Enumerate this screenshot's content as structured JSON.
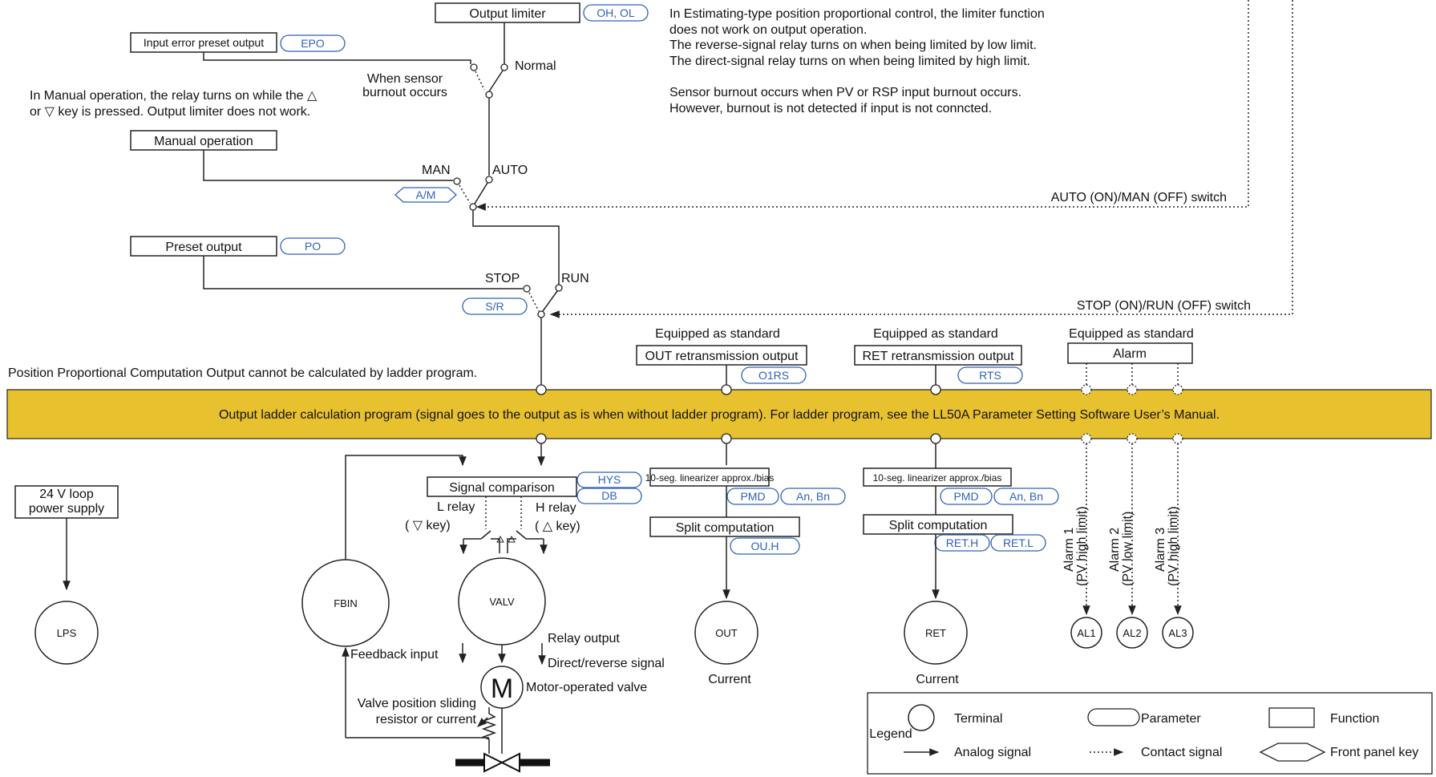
{
  "notes": {
    "line1": "In Estimating-type position proportional control, the limiter function",
    "line2": "does not work on output operation.",
    "line3": "The reverse-signal relay turns on when being limited by low limit.",
    "line4": "The direct-signal relay turns on when being limited by high limit.",
    "line5": "Sensor burnout occurs when PV or RSP input burnout occurs.",
    "line6": "However, burnout is not detected if input is not conncted.",
    "manual1": "In Manual operation, the relay turns on while the △",
    "manual2": "or ▽ key is pressed. Output limiter does not work.",
    "ladder_note": "Position Proportional Computation Output cannot be calculated by ladder program."
  },
  "functions": {
    "output_limiter": "Output limiter",
    "input_error": "Input error preset output",
    "manual_operation": "Manual operation",
    "preset_output": "Preset output",
    "out_retrans": "OUT retransmission output",
    "ret_retrans": "RET retransmission output",
    "alarm": "Alarm",
    "signal_comparison": "Signal comparison",
    "linearizer_out": "10-seg. linearizer approx./bias",
    "linearizer_ret": "10-seg. linearizer approx./bias",
    "split_out": "Split computation",
    "split_ret": "Split computation",
    "loop_power": [
      "24 V loop",
      "power supply"
    ]
  },
  "parameters": {
    "oh_ol": "OH, OL",
    "epo": "EPO",
    "po": "PO",
    "o1rs": "O1RS",
    "rts": "RTS",
    "hys": "HYS",
    "db": "DB",
    "pmd1": "PMD",
    "anbn1": "An, Bn",
    "pmd2": "PMD",
    "anbn2": "An, Bn",
    "ouh": "OU.H",
    "reth": "RET.H",
    "retl": "RET.L"
  },
  "keys": {
    "am": "A/M",
    "sr": "S/R"
  },
  "switch_labels": {
    "burnout1": "When sensor",
    "burnout2": "burnout occurs",
    "normal": "Normal",
    "man": "MAN",
    "auto": "AUTO",
    "stop": "STOP",
    "run": "RUN",
    "auto_man_switch": "AUTO (ON)/MAN (OFF) switch",
    "stop_run_switch": "STOP (ON)/RUN (OFF) switch"
  },
  "standard": [
    "Equipped as standard",
    "Equipped as standard",
    "Equipped as standard"
  ],
  "ladder_bar": "Output ladder calculation program (signal goes to the output as is when without ladder program).   For ladder program, see the LL50A Parameter Setting Software User’s Manual.",
  "relays": {
    "l_relay": "L relay",
    "l_key": "( ▽ key)",
    "h_relay": "H relay",
    "h_key": "( △ key)"
  },
  "terminals": {
    "lps": "LPS",
    "fbin": "FBIN",
    "valv": "VALV",
    "out": "OUT",
    "ret": "RET",
    "al1": "AL1",
    "al2": "AL2",
    "al3": "AL3",
    "motor": "M"
  },
  "labels": {
    "feedback_input": "Feedback input",
    "relay_output": "Relay output",
    "direct_reverse": "Direct/reverse signal",
    "motor_valve": "Motor-operated valve",
    "valve_pos1": "Valve position sliding",
    "valve_pos2": "resistor or current",
    "current_out": "Current",
    "current_ret": "Current",
    "alarm1": [
      "Alarm 1",
      "(PV high limit)"
    ],
    "alarm2": [
      "Alarm 2",
      "(PV low limit)"
    ],
    "alarm3": [
      "Alarm 3",
      "(PV high limit)"
    ]
  },
  "legend": {
    "title": "Legend",
    "terminal": "Terminal",
    "parameter": "Parameter",
    "function": "Function",
    "analog": "Analog signal",
    "contact": "Contact signal",
    "front_key": "Front panel key"
  },
  "colors": {
    "ladder_bar": "#e8c12f",
    "parameter": "#2f62b8"
  }
}
